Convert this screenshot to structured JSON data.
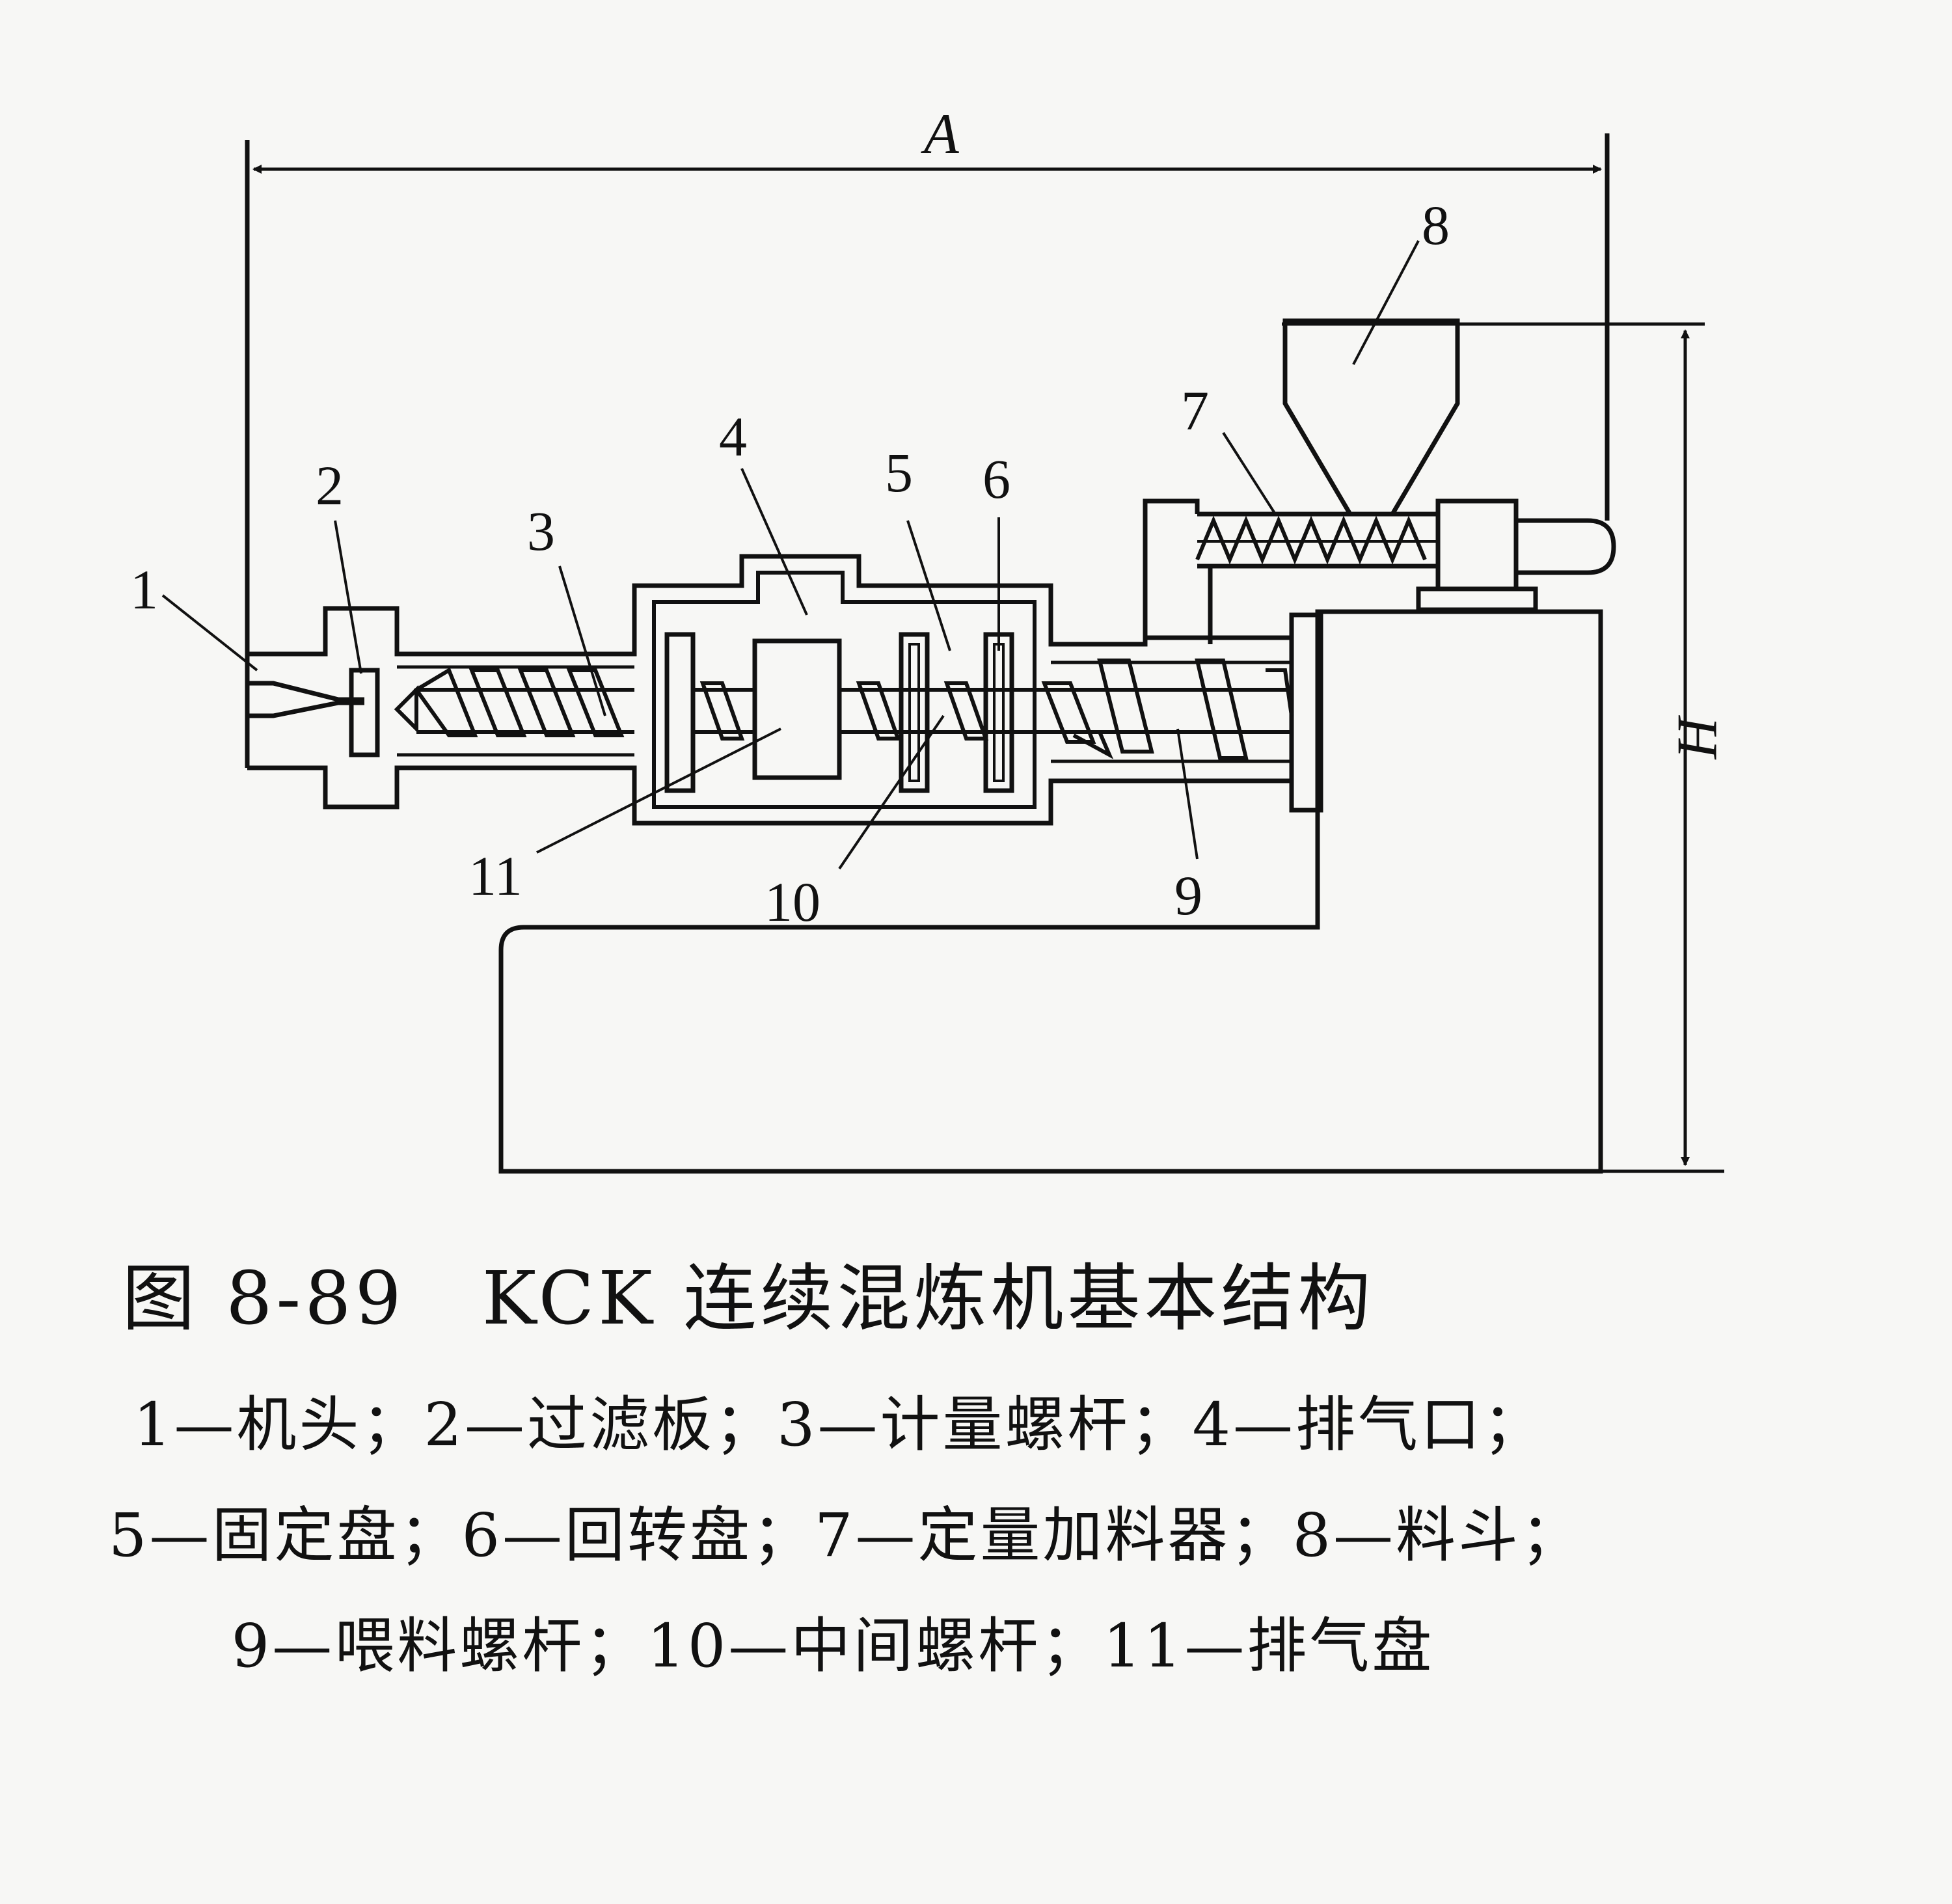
{
  "diagram": {
    "dimensions": {
      "length": "A",
      "height": "H"
    },
    "part_numbers": [
      "1",
      "2",
      "3",
      "4",
      "5",
      "6",
      "7",
      "8",
      "9",
      "10",
      "11"
    ]
  },
  "caption": {
    "title": "图 8-89　KCK 连续混炼机基本结构",
    "legend_lines": [
      "1—机头；2—过滤板；3—计量螺杆；4—排气口；",
      "5—固定盘；6—回转盘；7—定量加料器；8—料斗；",
      "9—喂料螺杆；10—中间螺杆；11—排气盘"
    ]
  }
}
